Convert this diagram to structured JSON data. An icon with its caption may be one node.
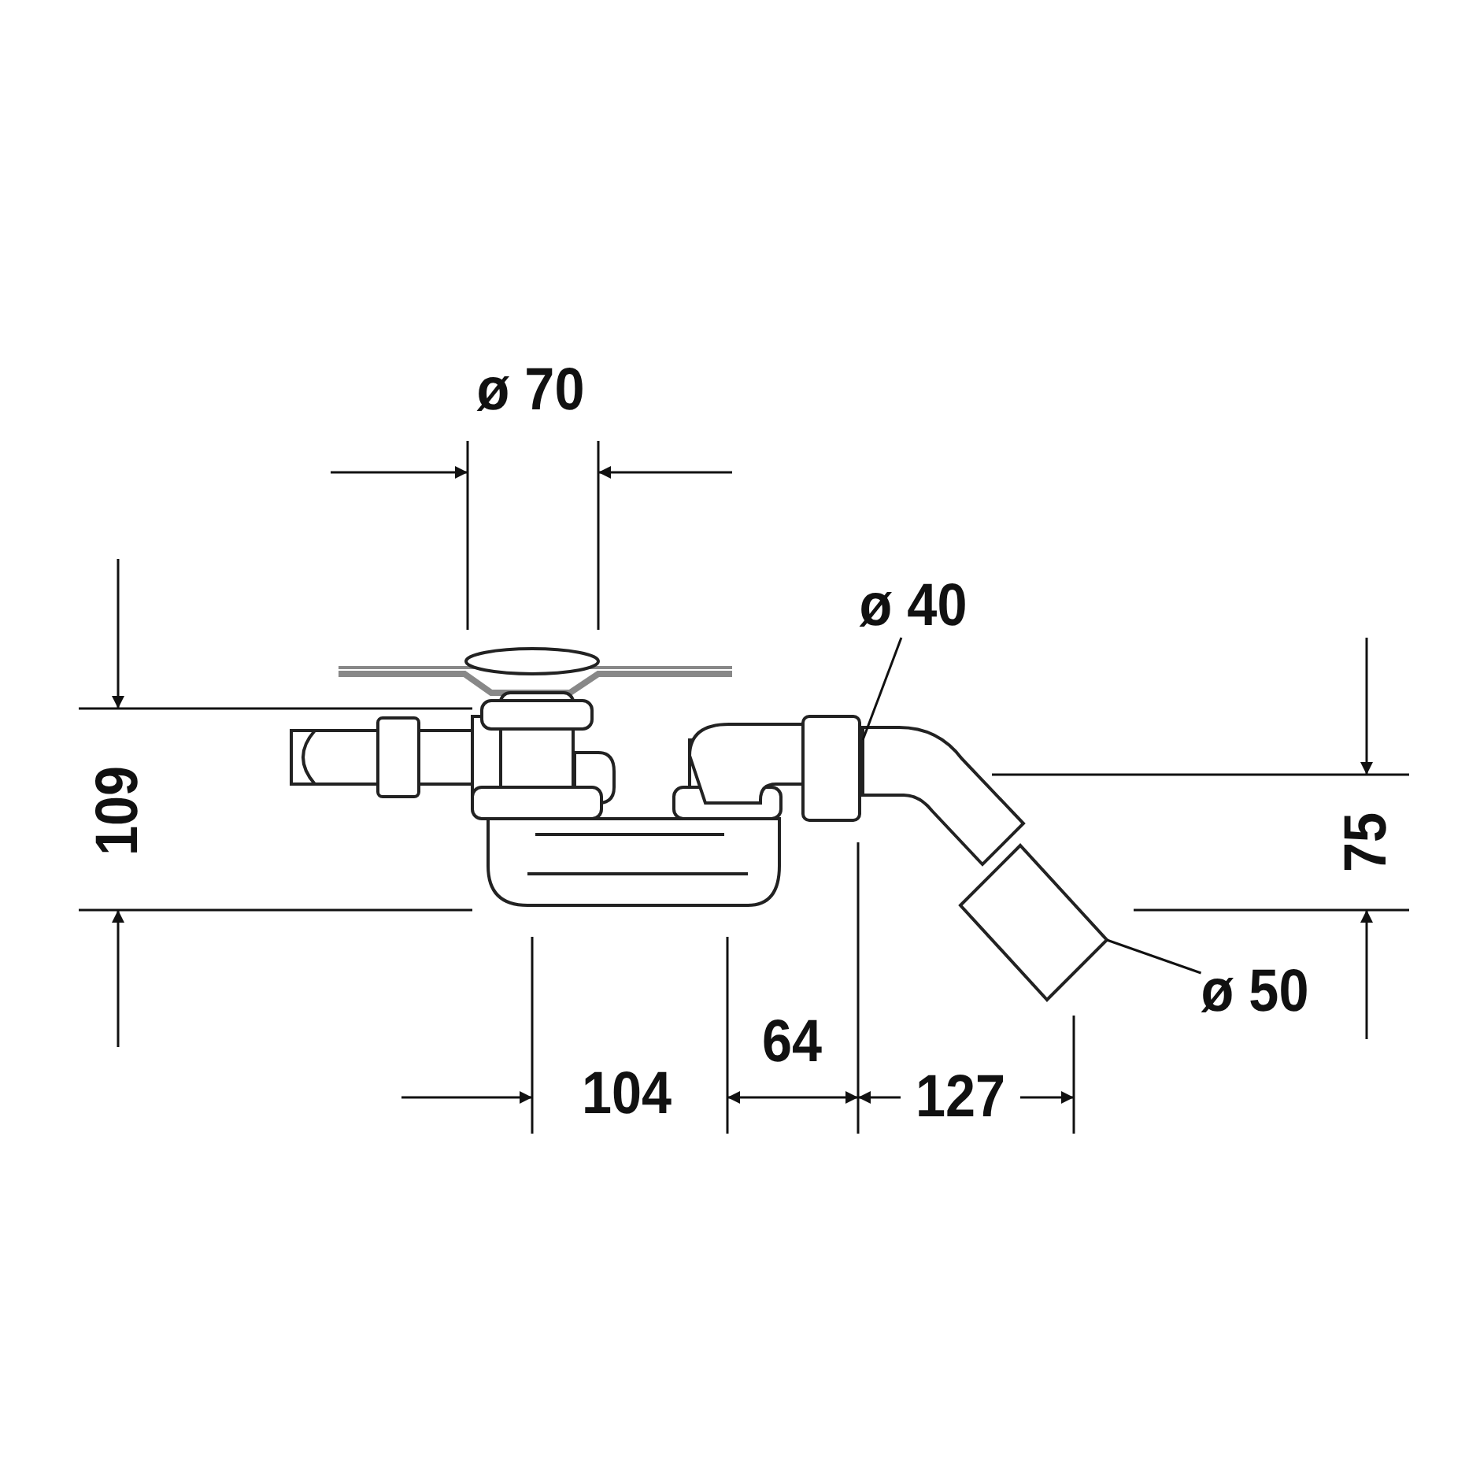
{
  "diagram": {
    "nodes": [
      {
        "text": [
          "ø 40"
        ]
      },
      {
        "text": [
          "ø 50"
        ]
      },
      {
        "text": [],
        "shape": "picture"
      },
      {
        "text": [],
        "shape": "picture"
      }
    ],
    "edges": [
      {
        "from": 0,
        "to": 2,
        "arrow": "none"
      },
      {
        "from": 1,
        "to": 3,
        "arrow": "none"
      }
    ],
    "labels": [
      "ø 70",
      "109",
      "75",
      "104",
      "64",
      "127"
    ]
  }
}
